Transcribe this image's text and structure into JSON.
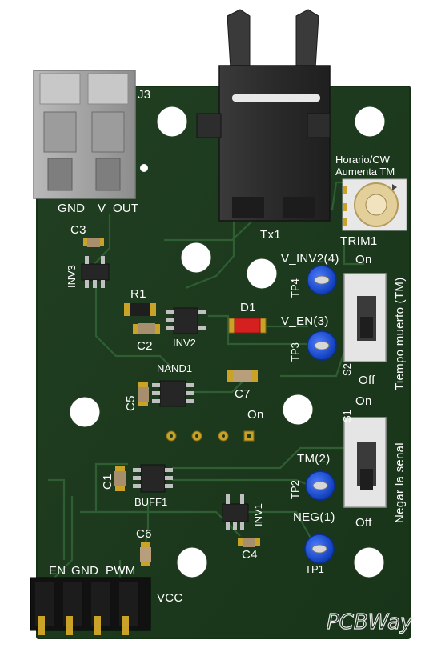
{
  "board": {
    "colors": {
      "pcb": "#1d3a1f",
      "trace": "#2f5e33",
      "silk": "#ffffff",
      "pad": "#c9a227",
      "testpoint": "#1a4fd6"
    },
    "watermark": "PCBWay"
  },
  "connectors": {
    "j3": {
      "ref": "J3",
      "pins": [
        "GND",
        "V_OUT"
      ]
    },
    "header": {
      "pins": [
        "EN",
        "GND",
        "PWM"
      ],
      "vcc": "VCC"
    }
  },
  "relay": {
    "ref": "Tx1"
  },
  "trimmer": {
    "ref": "TRIM1",
    "note_line1": "Horario/CW",
    "note_line2": "Aumenta TM"
  },
  "switches": [
    {
      "ref": "S2",
      "on": "On",
      "off": "Off",
      "label": "Tiempo muerto (TM)"
    },
    {
      "ref": "S1",
      "on": "On",
      "off": "Off",
      "label": "Negar la senal"
    }
  ],
  "testpoints": [
    {
      "ref": "TP4",
      "net": "V_INV2(4)"
    },
    {
      "ref": "TP3",
      "net": "V_EN(3)"
    },
    {
      "ref": "TP2",
      "net": "TM(2)"
    },
    {
      "ref": "TP1",
      "net": "NEG(1)"
    }
  ],
  "components": {
    "c3": "C3",
    "inv3": "INV3",
    "r1": "R1",
    "c2": "C2",
    "inv2": "INV2",
    "d1": "D1",
    "nand1": "NAND1",
    "c5": "C5",
    "c7": "C7",
    "c1": "C1",
    "buff1": "BUFF1",
    "inv1": "INV1",
    "c6": "C6",
    "c4": "C4"
  },
  "misc": {
    "on_label": "On"
  }
}
